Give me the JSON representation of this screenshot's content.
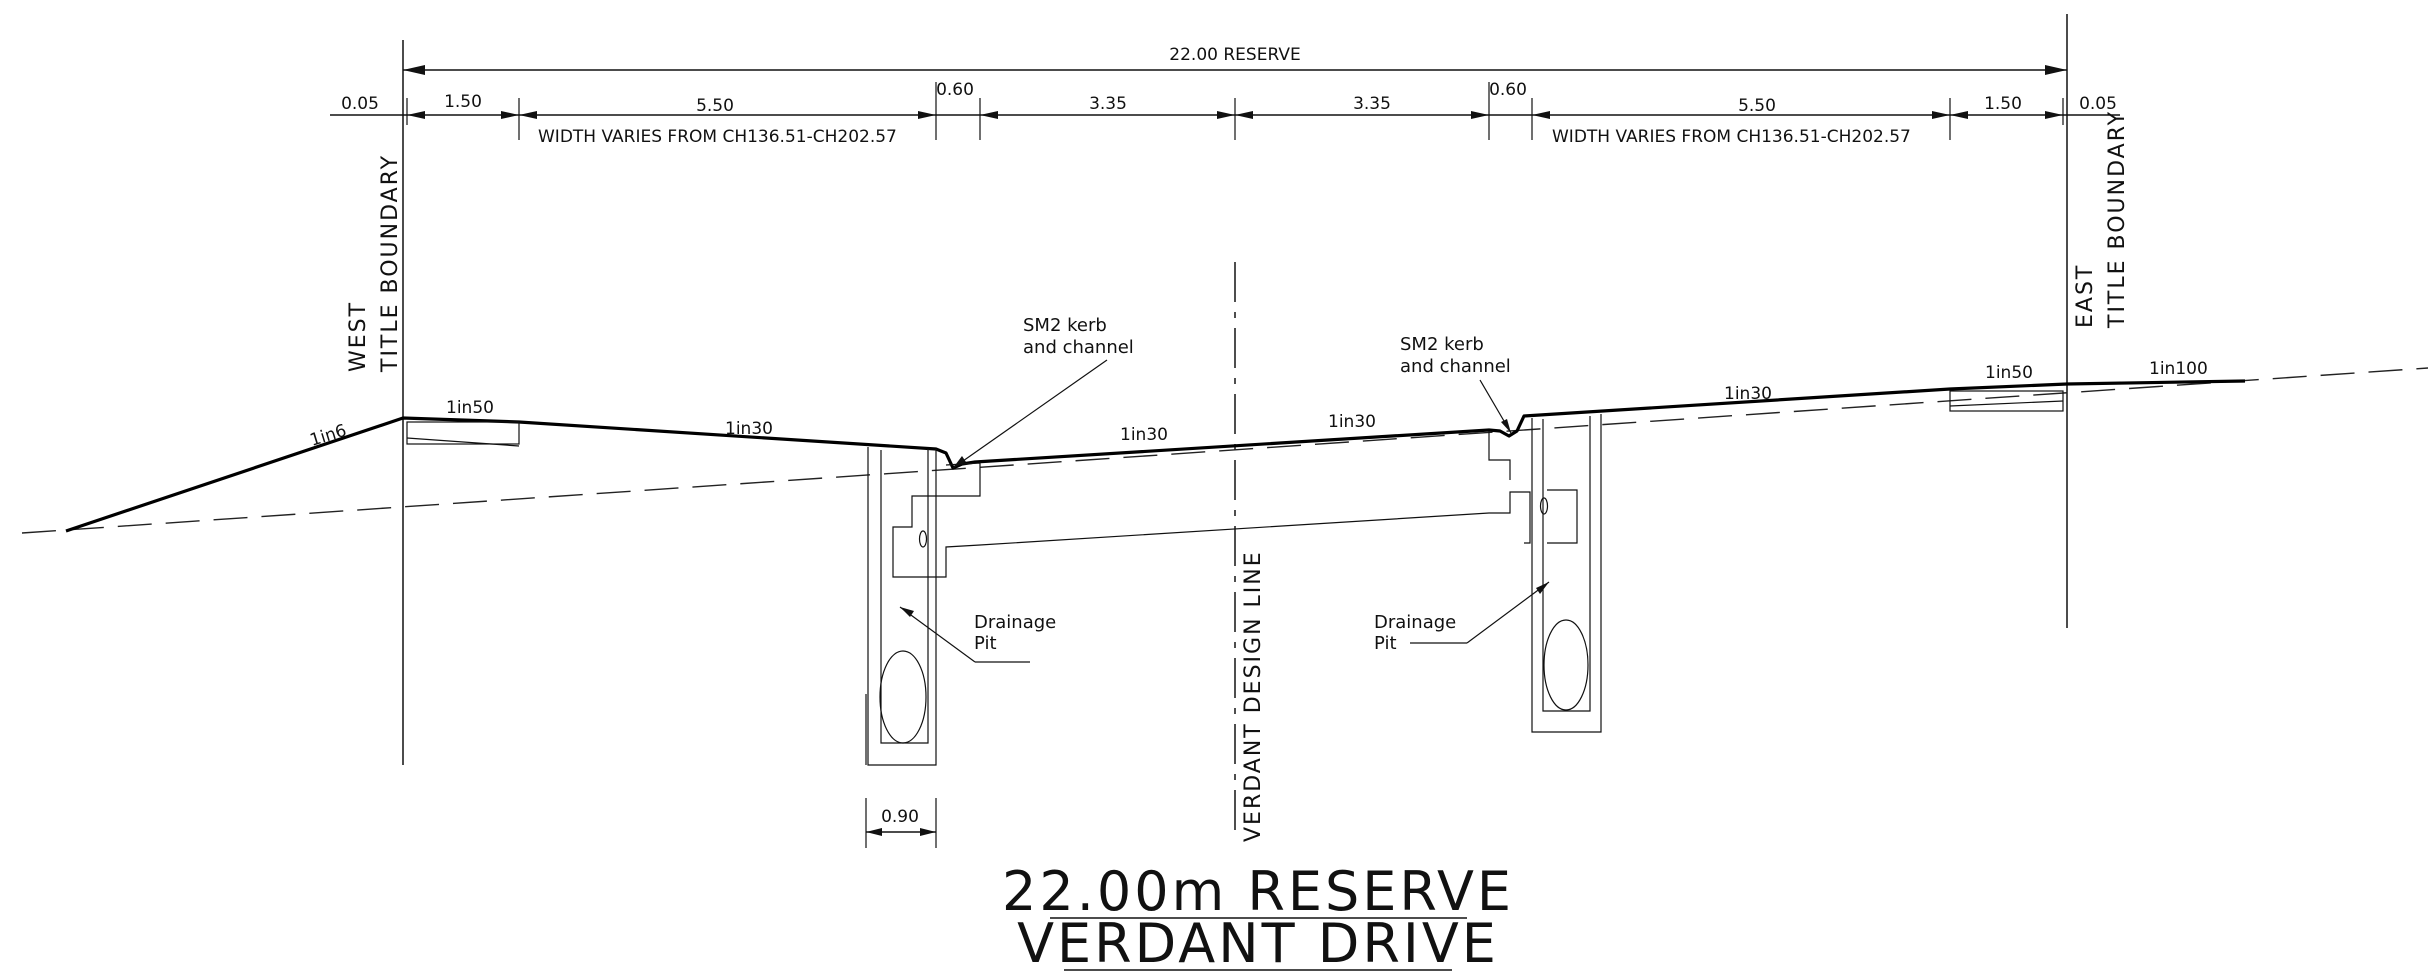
{
  "dimensions": {
    "overall": "22.00 RESERVE",
    "west_offset": "0.05",
    "west_footpath": "1.50",
    "west_verge": "5.50",
    "west_kerb": "0.60",
    "west_lane": "3.35",
    "east_lane": "3.35",
    "east_kerb": "0.60",
    "east_verge": "5.50",
    "east_footpath": "1.50",
    "east_offset": "0.05",
    "width_varies_note": "WIDTH VARIES   FROM CH136.51-CH202.57",
    "pit_width": "0.90"
  },
  "boundaries": {
    "west_line1": "WEST",
    "west_line2": "TITLE BOUNDARY",
    "east_line1": "EAST",
    "east_line2": "TITLE BOUNDARY",
    "centreline": "VERDANT DESIGN LINE"
  },
  "slopes": {
    "west_batter": "1in6",
    "west_footpath": "1in50",
    "west_verge": "1in30",
    "west_lane": "1in30",
    "east_lane": "1in30",
    "east_verge": "1in30",
    "east_footpath": "1in50",
    "east_batter": "1in100"
  },
  "notes": {
    "kerb_line1": "SM2 kerb",
    "kerb_line2": "and channel",
    "pit_line1": "Drainage",
    "pit_line2": "Pit"
  },
  "title": {
    "line1": "22.00m RESERVE",
    "line2": "VERDANT DRIVE"
  }
}
